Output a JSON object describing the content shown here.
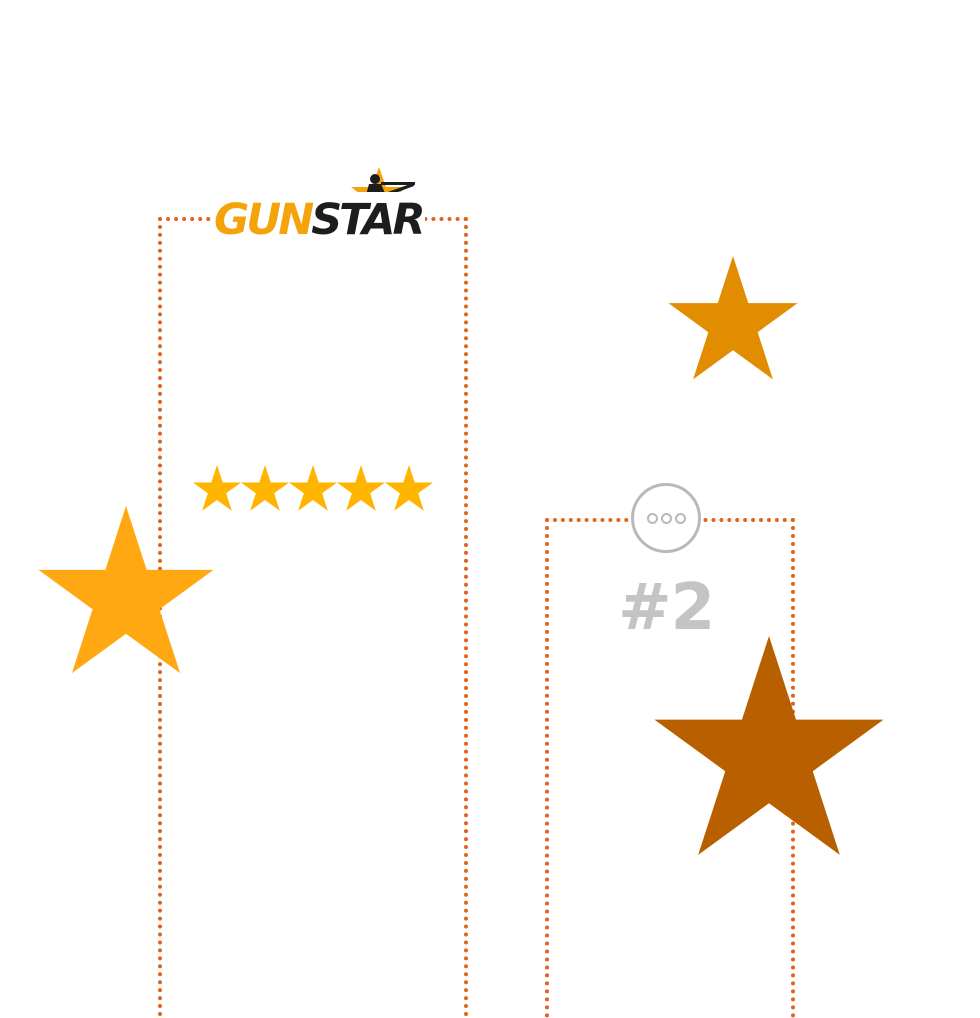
{
  "brand": {
    "logo_part1": "GUN",
    "logo_part2": "STAR",
    "logo_icon": "soldier-with-rifle-on-star-icon"
  },
  "rating": {
    "stars": 5,
    "max": 5,
    "icon": "star-icon"
  },
  "rank_panel": {
    "rank_label": "#2",
    "more_icon": "more-dots-icon"
  },
  "decorations": {
    "icons": [
      "star-icon",
      "star-icon",
      "star-icon"
    ]
  },
  "colors": {
    "accent_orange": "#e0641e",
    "gold": "#f5a30b",
    "rating_gold": "#ffb400",
    "star_light": "#ffa812",
    "star_mid": "#e28c00",
    "star_dark": "#b86000",
    "muted_gray": "#c4c4c4",
    "logo_dark": "#1d1d1d"
  }
}
